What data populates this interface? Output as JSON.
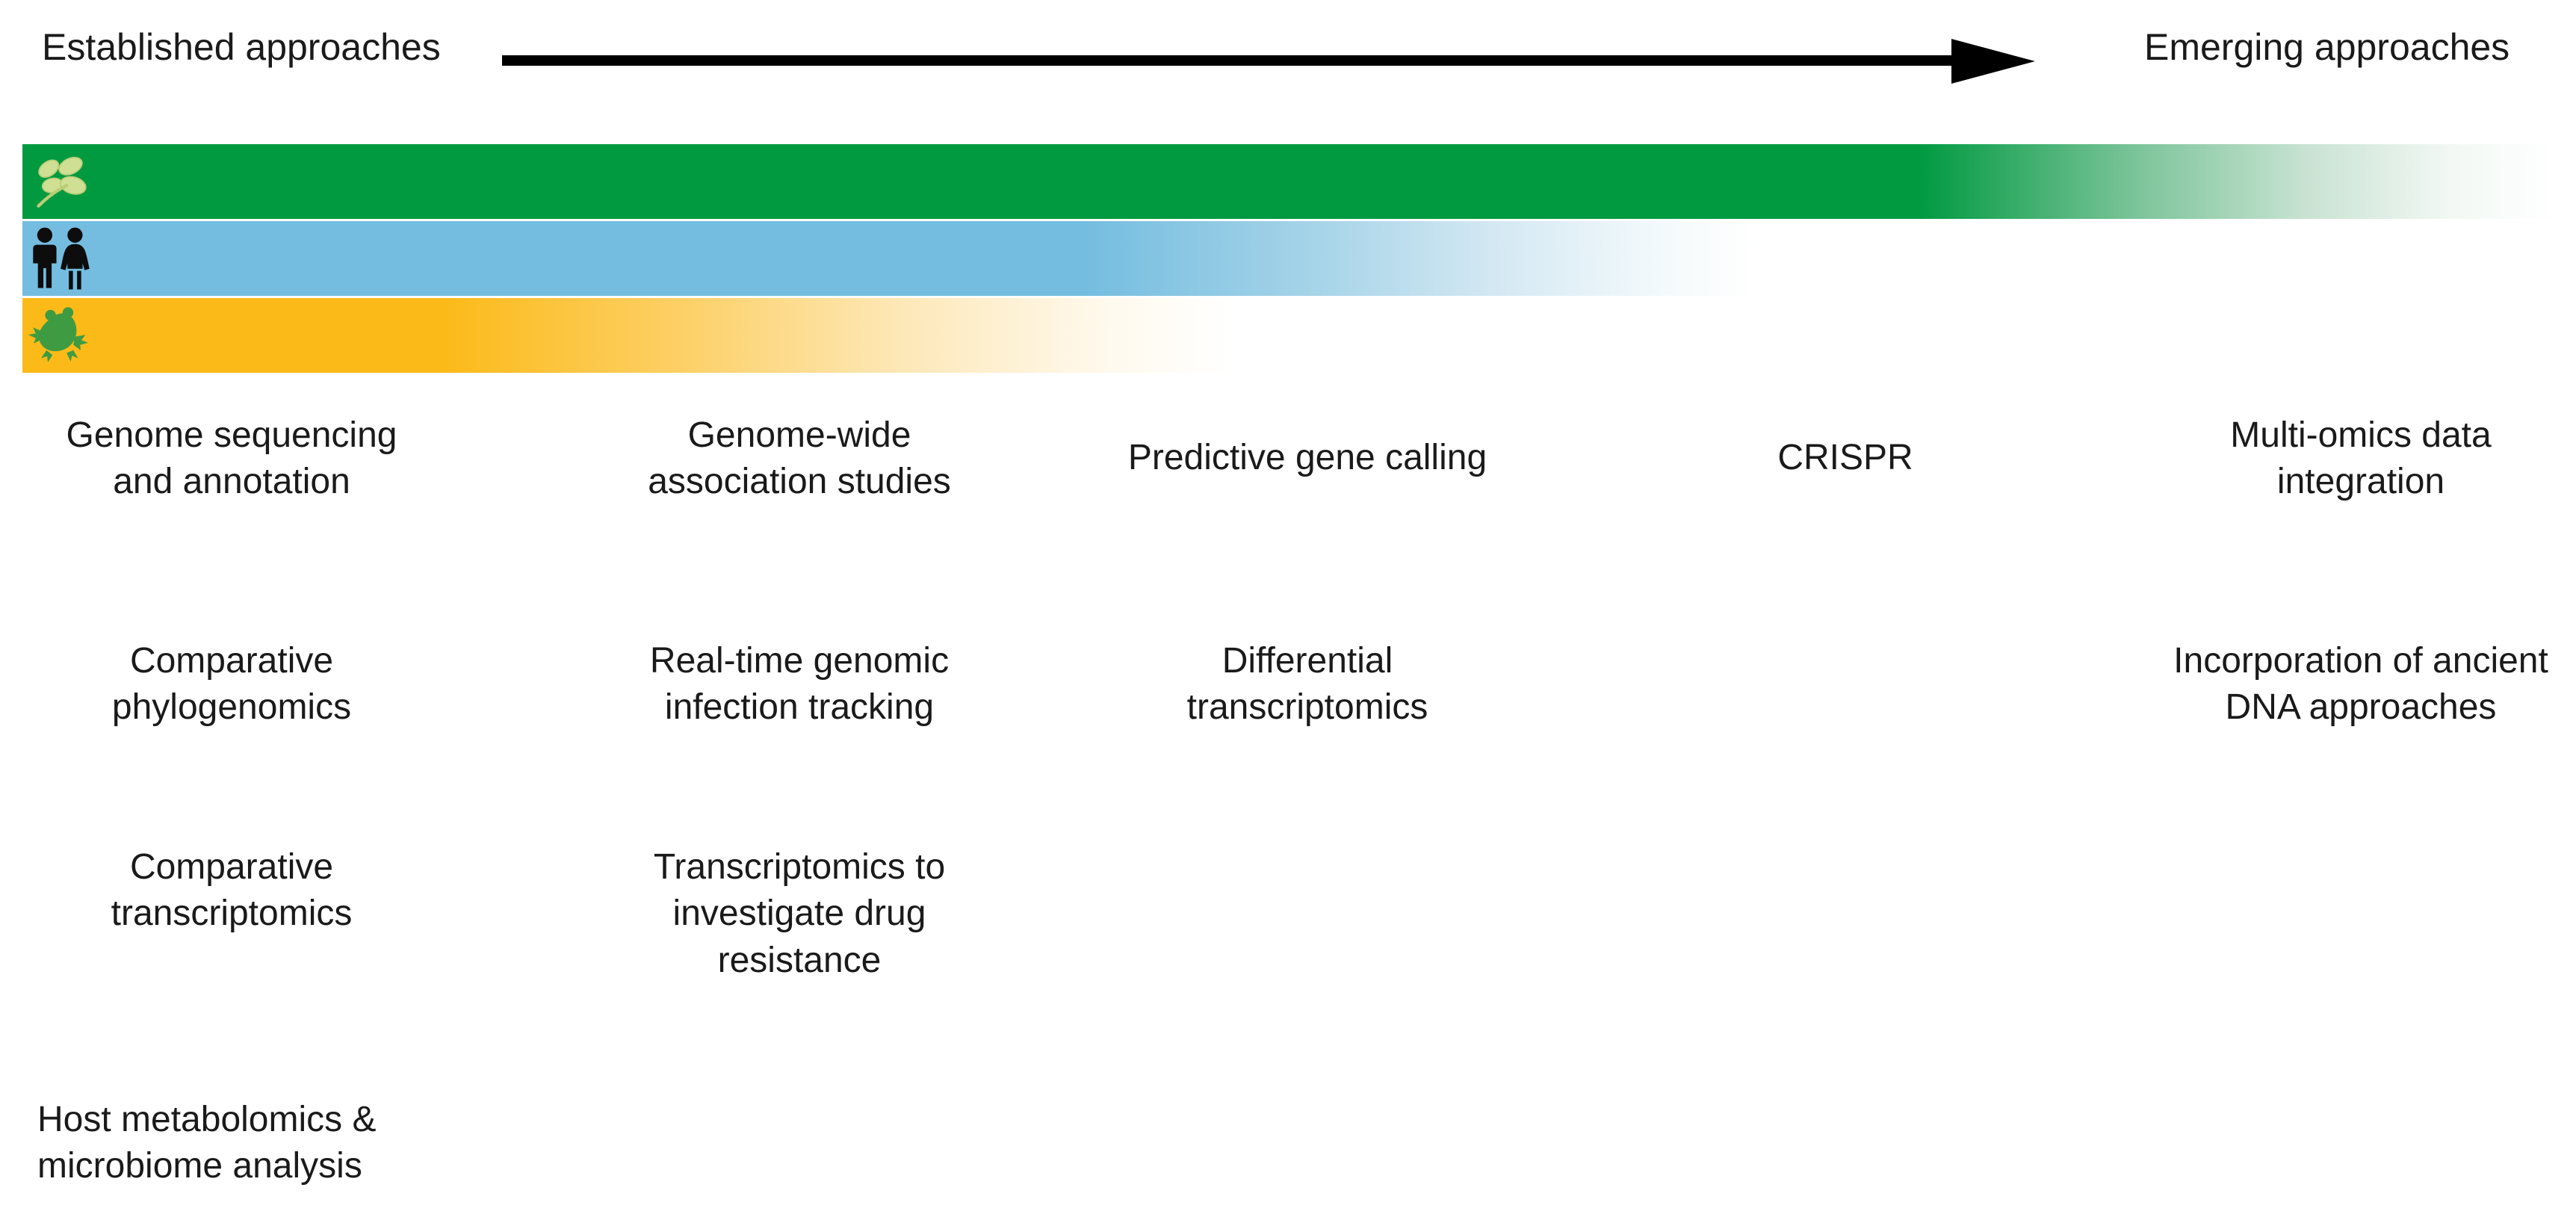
{
  "figure": {
    "type": "timeline-diagram",
    "background_color": "#ffffff"
  },
  "axis": {
    "left_label": "Established approaches",
    "right_label": "Emerging approaches",
    "arrow": "right-arrow-icon",
    "arrow_color": "#000000"
  },
  "bars": [
    {
      "id": "plant",
      "icon": "plant-leaf-icon",
      "organism": "Plants",
      "color": "#019A41",
      "fade_direction": "left-to-right",
      "relative_extent": 1.0
    },
    {
      "id": "human",
      "icon": "human-figures-icon",
      "organism": "Humans",
      "color": "#74BDE0",
      "fade_direction": "left-to-right",
      "relative_extent": 0.68
    },
    {
      "id": "frog",
      "icon": "frog-icon",
      "organism": "Amphibians",
      "color": "#FCBA18",
      "fade_direction": "left-to-right",
      "relative_extent": 0.48
    }
  ],
  "approaches": {
    "col1": [
      {
        "lines": [
          "Genome sequencing",
          "and annotation"
        ]
      },
      {
        "lines": [
          "Comparative",
          "phylogenomics"
        ]
      },
      {
        "lines": [
          "Comparative",
          "transcriptomics"
        ]
      },
      {
        "lines": [
          "Host metabolomics &",
          "microbiome analysis"
        ]
      }
    ],
    "col2": [
      {
        "lines": [
          "Genome-wide",
          "association studies"
        ]
      },
      {
        "lines": [
          "Real-time genomic",
          "infection tracking"
        ]
      },
      {
        "lines": [
          "Transcriptomics to",
          "investigate drug",
          "resistance"
        ]
      }
    ],
    "col3": [
      {
        "lines": [
          "Predictive gene calling"
        ]
      },
      {
        "lines": [
          "Differential",
          "transcriptomics"
        ]
      }
    ],
    "col4": [
      {
        "lines": [
          "CRISPR"
        ]
      }
    ],
    "col5": [
      {
        "lines": [
          "Multi-omics data",
          "integration"
        ]
      },
      {
        "lines": [
          "Incorporation of ancient",
          "DNA approaches"
        ]
      }
    ]
  }
}
